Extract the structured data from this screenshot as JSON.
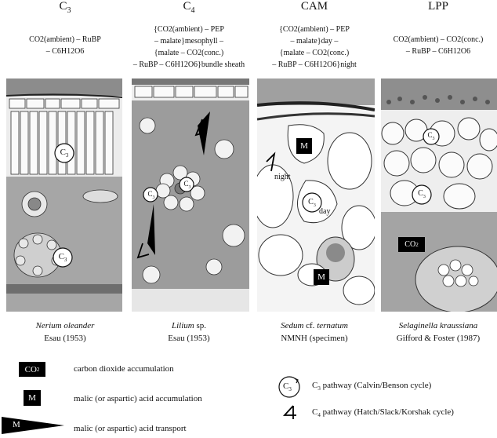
{
  "columns": [
    {
      "id": "c3",
      "heading": "C3",
      "formula_lines": [
        "CO2(ambient) – RuBP",
        "– C6H12O6"
      ],
      "species": "Nerium oleander",
      "source": "Esau (1953)"
    },
    {
      "id": "c4",
      "heading": "C4",
      "formula_lines": [
        "{CO2(ambient) – PEP",
        "– malate}mesophyll –",
        "{malate – CO2(conc.)",
        "– RuBP – C6H12O6}bundle sheath"
      ],
      "species": "Lilium",
      "species_suffix": "sp.",
      "source": "Esau (1953)"
    },
    {
      "id": "cam",
      "heading": "CAM",
      "formula_lines": [
        "{CO2(ambient) – PEP",
        "– malate}day –",
        "{malate – CO2(conc.)",
        "– RuBP – C6H12O6}night"
      ],
      "species": "Sedum",
      "species_suffix": "cf. ternatum",
      "source": "NMNH (specimen)"
    },
    {
      "id": "lpp",
      "heading": "LPP",
      "formula_lines": [
        "CO2(ambient) – CO2(conc.)",
        "– RuBP – C6H12O6"
      ],
      "species": "Selaginella kraussiana",
      "source": "Gifford & Foster (1987)"
    }
  ],
  "panel_labels": {
    "c3_marker": "C3",
    "m_marker": "M",
    "co2_marker": "CO2",
    "night": "night",
    "day": "day"
  },
  "legend": {
    "co2_box": "CO2",
    "co2_text": "carbon dioxide accumulation",
    "m_box": "M",
    "m_text": "malic (or aspartic) acid accumulation",
    "m_arrow": "M",
    "transport_text": "malic (or aspartic) acid transport",
    "c3_symbol": "C3",
    "c3_text": "C3 pathway (Calvin/Benson cycle)",
    "c4_text": "C4 pathway (Hatch/Slack/Korshak cycle)"
  },
  "colors": {
    "ink": "#111111",
    "shade": "#9a9a9a",
    "light": "#d6d6d6"
  }
}
